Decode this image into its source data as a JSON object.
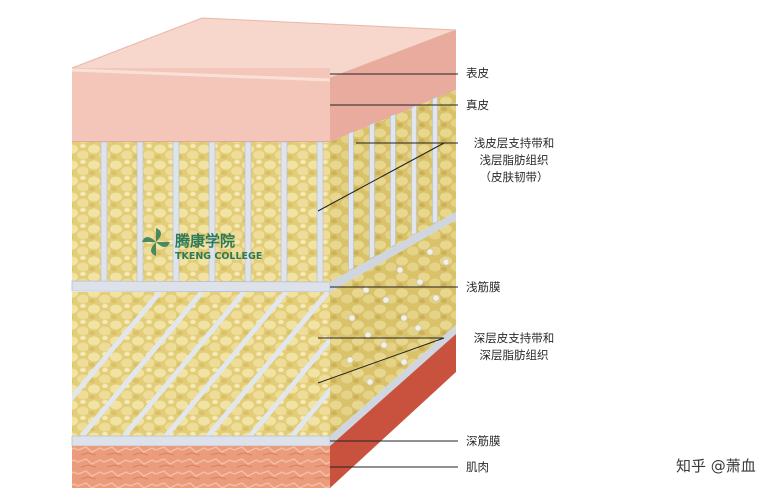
{
  "diagram": {
    "labels": [
      {
        "id": "epidermis",
        "text": "表皮"
      },
      {
        "id": "dermis",
        "text": "真皮"
      },
      {
        "id": "superficial-retinacula",
        "lines": [
          "浅皮层支持带和",
          "浅层脂肪组织",
          "（皮肤韧带）"
        ]
      },
      {
        "id": "superficial-fascia",
        "text": "浅筋膜"
      },
      {
        "id": "deep-retinacula",
        "lines": [
          "深层皮支持带和",
          "深层脂肪组织"
        ]
      },
      {
        "id": "deep-fascia",
        "text": "深筋膜"
      },
      {
        "id": "muscle",
        "text": "肌肉"
      }
    ],
    "watermark": {
      "cn": "腾康学院",
      "en": "TKENG COLLEGE"
    },
    "credit": "知乎 @萧血"
  },
  "colors": {
    "skin_front": "#f4c9bd",
    "skin_top": "#f7d4c9",
    "fat": "#e6d27e",
    "fascia": "#d9dde6",
    "muscle": "#e79f80",
    "muscle_side": "#c94f3c",
    "line": "#222222"
  }
}
